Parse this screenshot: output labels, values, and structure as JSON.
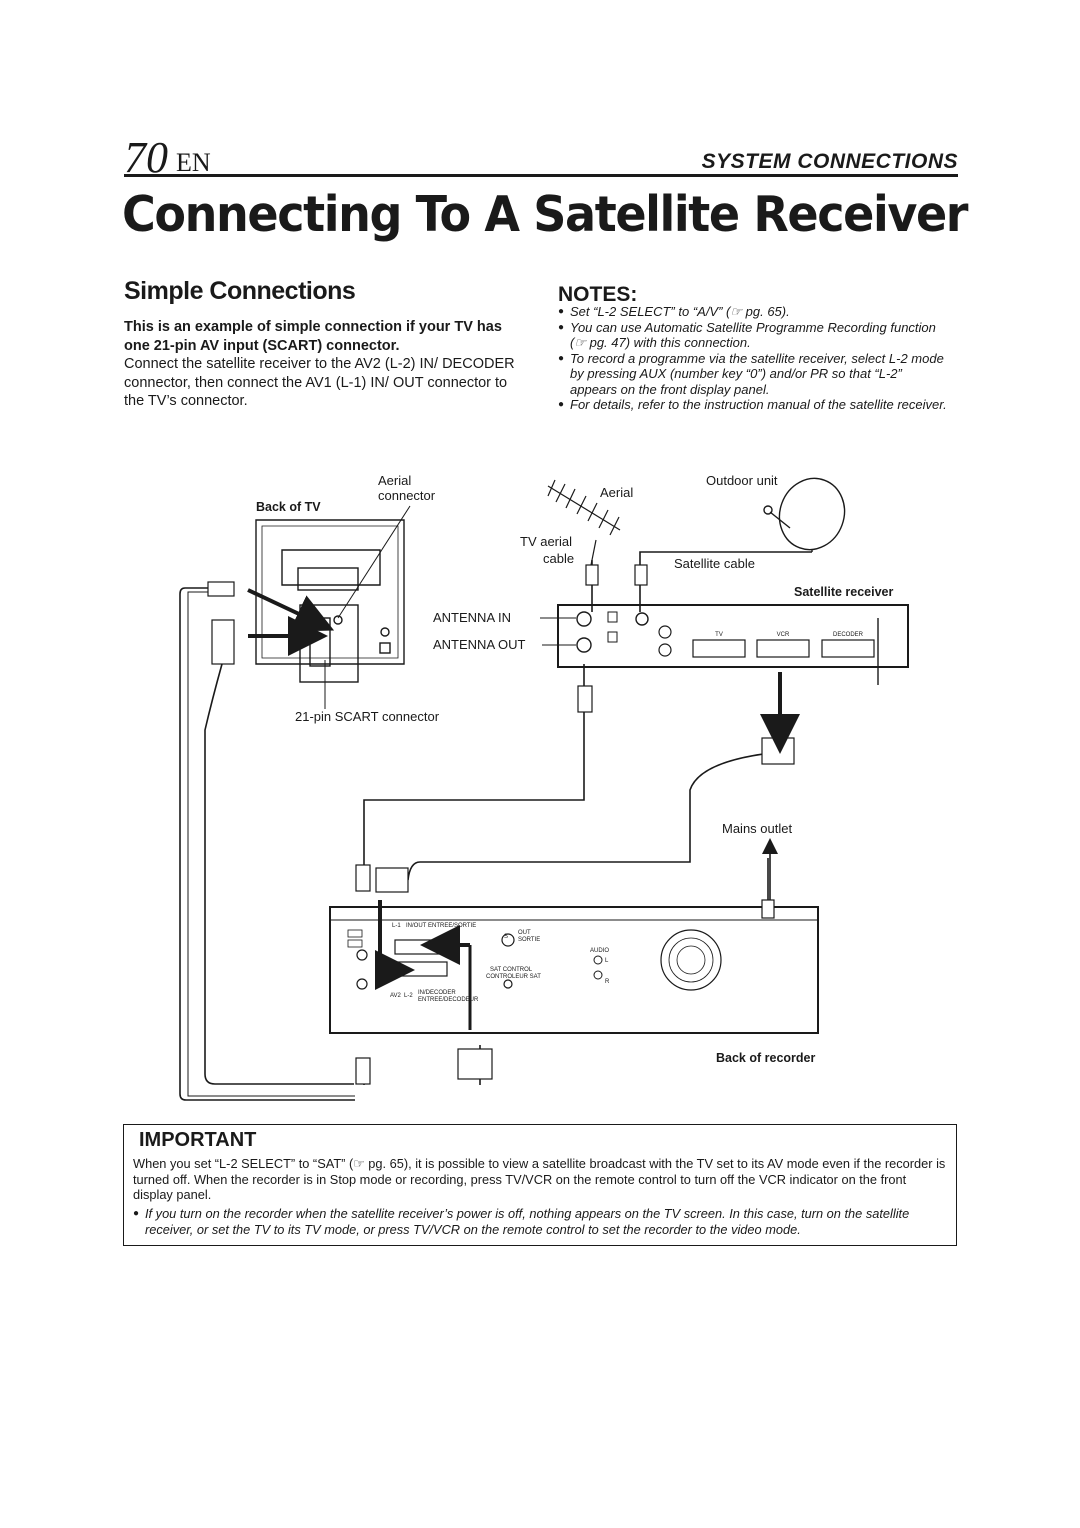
{
  "header": {
    "page_number": "70",
    "language": "EN",
    "section": "SYSTEM CONNECTIONS"
  },
  "title": "Connecting To A Satellite Receiver",
  "subtitle": "Simple Connections",
  "intro": {
    "lead": "This is an example of simple connection if your TV has one 21-pin AV input (SCART) connector.",
    "body": "Connect the satellite receiver to the AV2 (L-2) IN/ DECODER connector, then connect the AV1 (L-1) IN/ OUT connector to the TV’s connector."
  },
  "notes": {
    "heading": "NOTES:",
    "items": [
      "Set “L-2 SELECT” to “A/V” (☞ pg. 65).",
      "You can use Automatic Satellite Programme Recording function (☞ pg. 47) with this connection.",
      "To record a programme via the satellite receiver, select L-2 mode by pressing AUX (number key “0”) and/or PR so that “L-2” appears on the front display panel.",
      "For details, refer to the instruction manual of the satellite receiver."
    ]
  },
  "diagram": {
    "back_of_tv": "Back of TV",
    "aerial_connector_1": "Aerial",
    "aerial_connector_2": "connector",
    "aerial": "Aerial",
    "outdoor_unit": "Outdoor unit",
    "tv_aerial_cable_1": "TV aerial",
    "tv_aerial_cable_2": "cable",
    "satellite_cable": "Satellite cable",
    "satellite_receiver": "Satellite receiver",
    "antenna_in": "ANTENNA IN",
    "antenna_out": "ANTENNA OUT",
    "scart_connector": "21-pin SCART connector",
    "mains_outlet": "Mains outlet",
    "back_of_recorder": "Back of recorder",
    "receiver_tv": "TV",
    "receiver_vcr": "VCR",
    "receiver_decoder": "DECODER",
    "rec_l1": "L-1",
    "rec_in_out": "IN/OUT",
    "rec_entree_sortie": "ENTREE/SORTIE",
    "rec_av2": "AV2",
    "rec_l2": "L-2",
    "rec_in_decoder": "IN/DECODER",
    "rec_entree_decodeur": "ENTREE/DECODEUR",
    "rec_sat_control": "SAT CONTROL",
    "rec_controleur_sat": "CONTROLEUR SAT",
    "rec_audio": "AUDIO",
    "rec_out": "OUT",
    "rec_sortie": "SORTIE",
    "rec_s": "S",
    "rec_l": "L",
    "rec_r": "R"
  },
  "important": {
    "heading": "IMPORTANT",
    "body": "When you set “L-2 SELECT” to “SAT” (☞ pg. 65), it is possible to view a satellite broadcast with the TV set to its AV mode even if the recorder is turned off. When the recorder is in Stop mode or recording, press TV/VCR on the remote control to turn off the VCR indicator on the front display panel.",
    "note": "If you turn on the recorder when the satellite receiver’s power is off, nothing appears on the TV screen. In this case, turn on the satellite receiver, or set the TV to its TV mode, or press TV/VCR on the remote control to set the recorder to the video mode."
  }
}
